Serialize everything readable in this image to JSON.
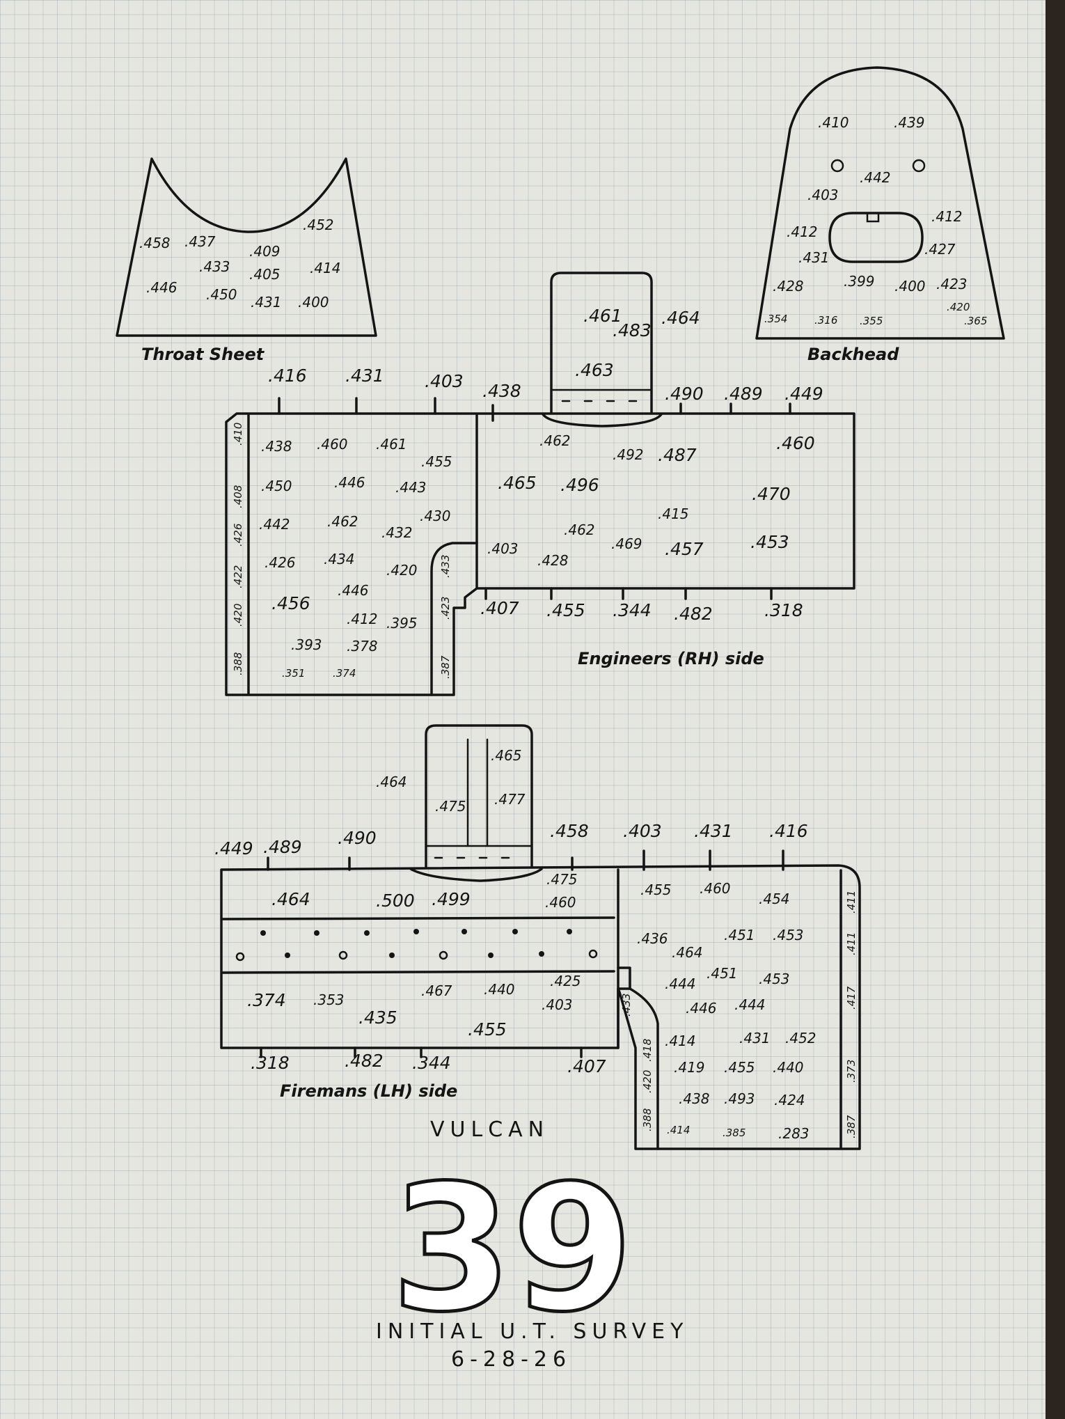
{
  "title": "VULCAN",
  "number": "39",
  "subtitle": "INITIAL U.T. SURVEY",
  "date": "6-28-26",
  "throat_sheet": {
    "label": "Throat Sheet",
    "readings": [
      ".458",
      ".437",
      ".452",
      ".409",
      ".433",
      ".405",
      ".414",
      ".446",
      ".450",
      ".431",
      ".400"
    ]
  },
  "backhead": {
    "label": "Backhead",
    "readings": [
      ".410",
      ".439",
      ".442",
      ".403",
      ".412",
      ".412",
      ".431",
      ".427",
      ".428",
      ".399",
      ".400",
      ".423",
      ".420",
      ".354",
      ".316",
      ".355",
      ".365"
    ]
  },
  "engineers_side": {
    "label": "Engineers (RH) side",
    "top_readings": [
      ".416",
      ".431",
      ".403",
      ".438",
      ".490",
      ".489",
      ".449"
    ],
    "dome_readings": [
      ".461",
      ".483",
      ".464",
      ".463"
    ],
    "left_panel_readings": [
      ".438",
      ".460",
      ".461",
      ".455",
      ".450",
      ".446",
      ".443",
      ".442",
      ".462",
      ".432",
      ".430",
      ".426",
      ".434",
      ".420",
      ".456",
      ".446",
      ".412",
      ".395",
      ".393",
      ".378",
      ".351",
      ".374"
    ],
    "edge_strip_readings": [
      ".410",
      ".408",
      ".426",
      ".422",
      ".420",
      ".388"
    ],
    "step_strip_readings": [
      ".433",
      ".423",
      ".387"
    ],
    "right_panel_readings": [
      ".462",
      ".492",
      ".487",
      ".460",
      ".465",
      ".496",
      ".470",
      ".403",
      ".462",
      ".415",
      ".428",
      ".469",
      ".457",
      ".453"
    ],
    "bottom_readings": [
      ".407",
      ".455",
      ".344",
      ".482",
      ".318"
    ]
  },
  "firemans_side": {
    "label": "Firemans (LH) side",
    "top_readings": [
      ".449",
      ".489",
      ".490",
      ".458",
      ".403",
      ".431",
      ".416"
    ],
    "dome_readings": [
      ".464",
      ".475",
      ".465",
      ".477"
    ],
    "upper_band_readings": [
      ".464",
      ".500",
      ".499",
      ".475",
      ".460"
    ],
    "lower_band_readings": [
      ".374",
      ".353",
      ".435",
      ".467",
      ".440",
      ".425",
      ".403",
      ".455"
    ],
    "right_panel_readings": [
      ".455",
      ".460",
      ".454",
      ".436",
      ".451",
      ".453",
      ".464",
      ".444",
      ".451",
      ".453",
      ".446",
      ".444",
      ".414",
      ".431",
      ".452",
      ".419",
      ".455",
      ".440",
      ".438",
      ".493",
      ".424",
      ".414",
      ".385",
      ".283"
    ],
    "edge_strip_readings": [
      ".411",
      ".411",
      ".417",
      ".373",
      ".387"
    ],
    "step_strip_readings": [
      ".433",
      ".418",
      ".420",
      ".388"
    ],
    "bottom_readings": [
      ".318",
      ".482",
      ".344",
      ".407"
    ]
  }
}
